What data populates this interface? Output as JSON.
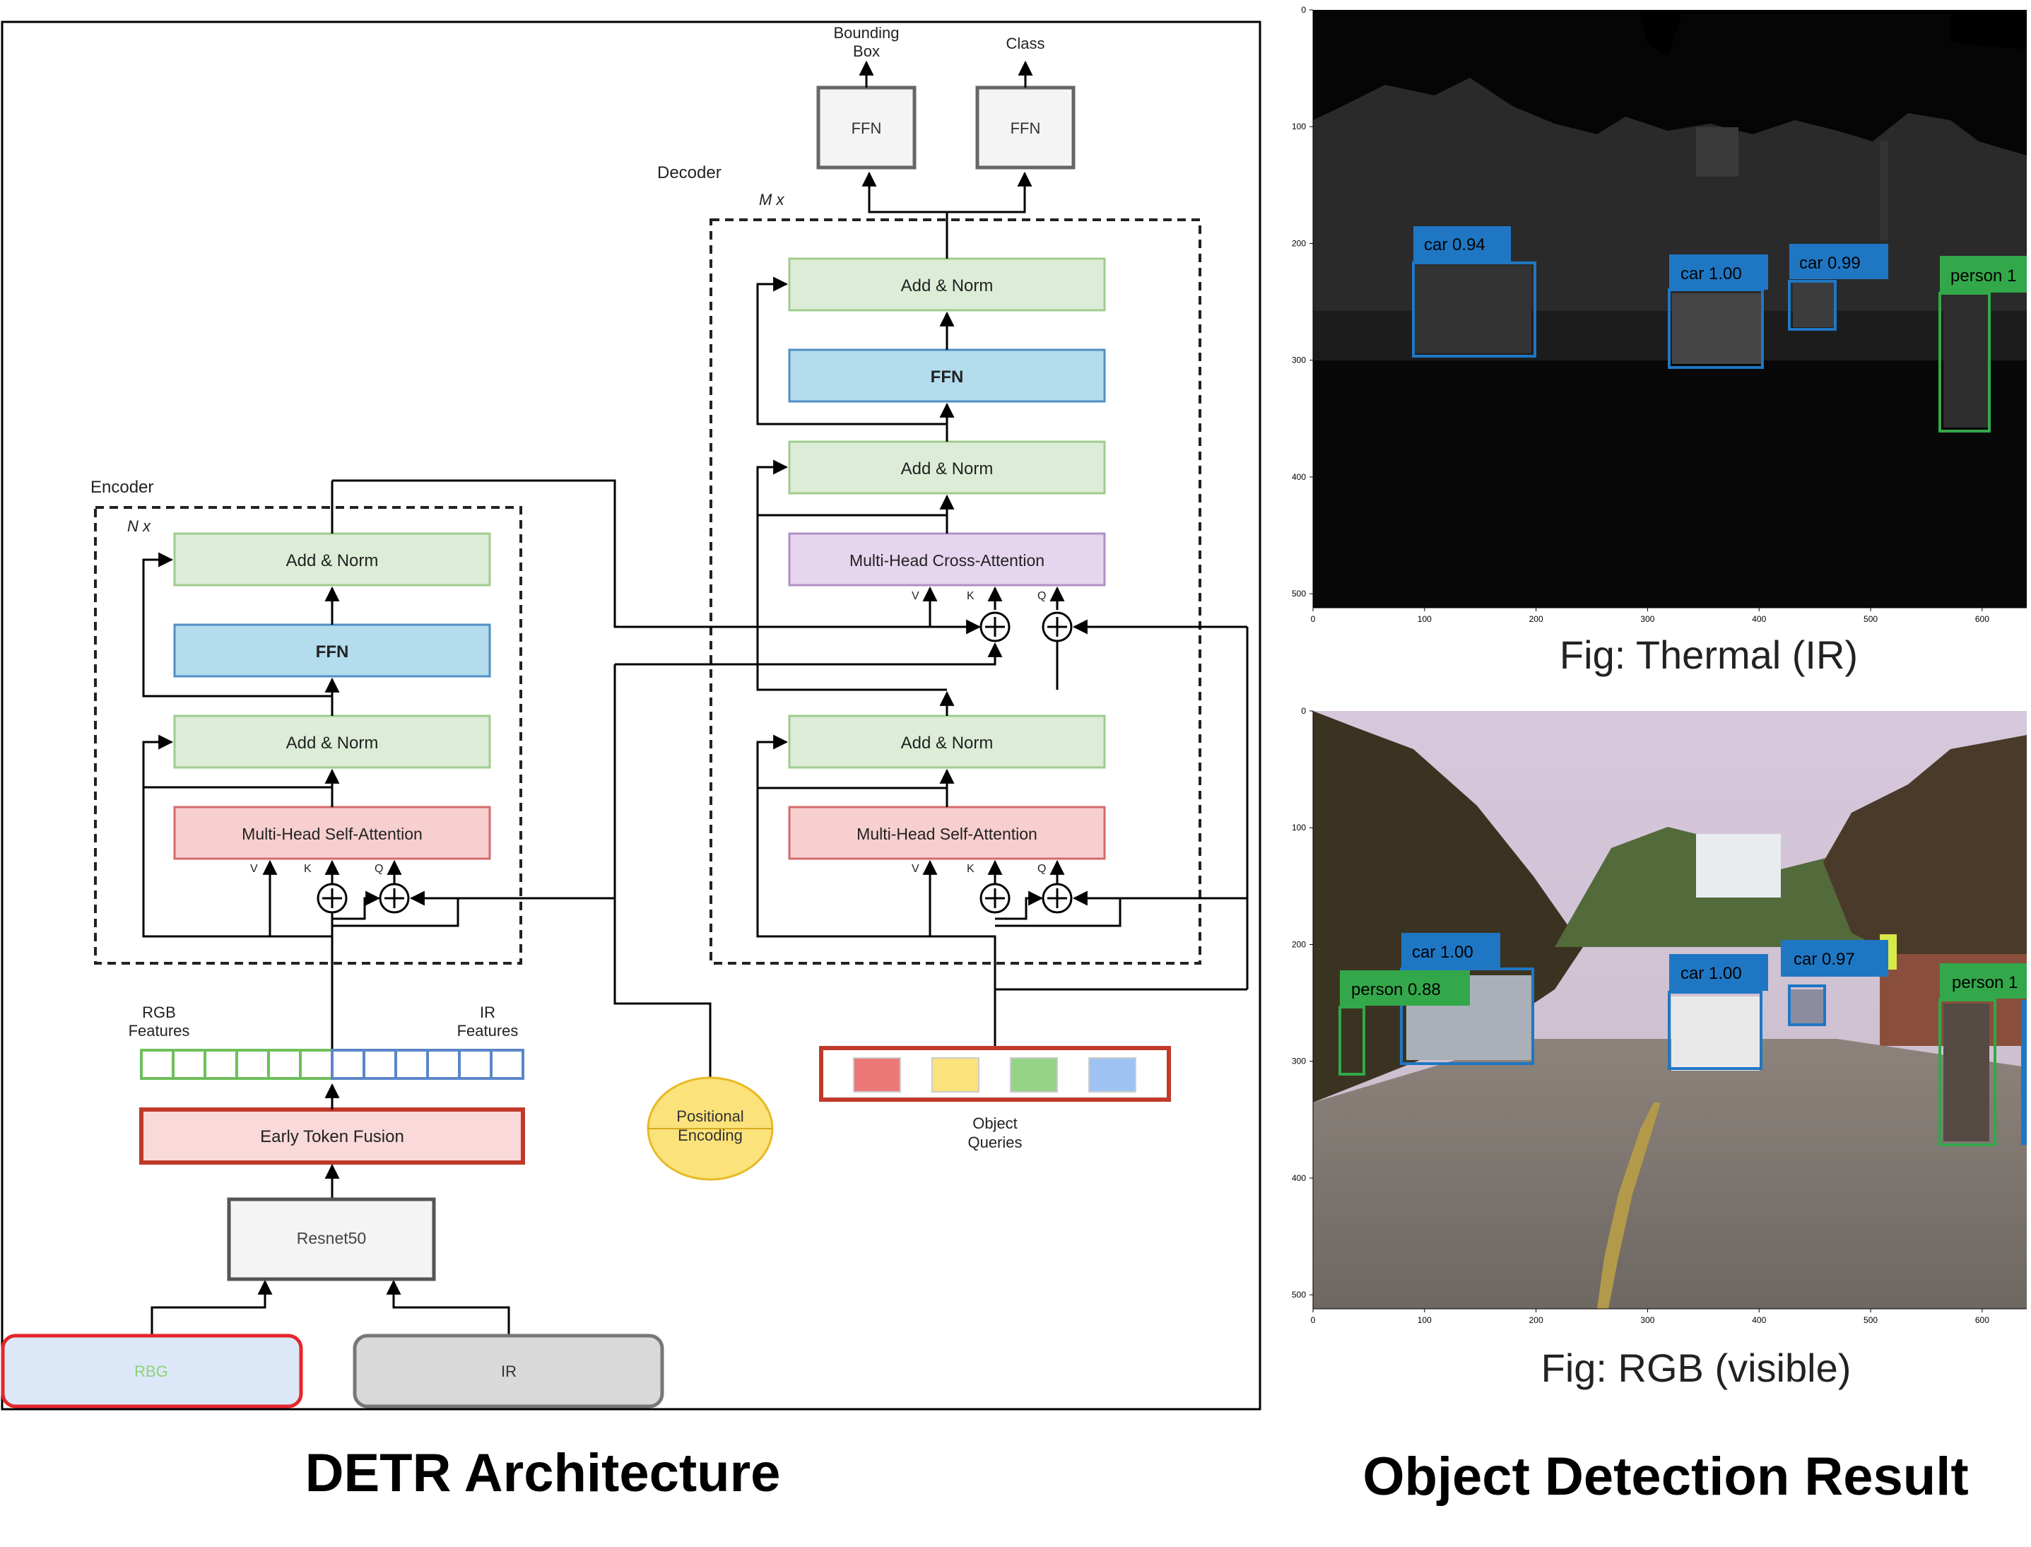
{
  "diagram": {
    "labels": {
      "bounding_box_1": "Bounding",
      "bounding_box_2": "Box",
      "class": "Class",
      "ffn": "FFN",
      "decoder": "Decoder",
      "m_x": "M x",
      "encoder": "Encoder",
      "n_x": "N x",
      "add_norm": "Add & Norm",
      "ffn_block": "FFN",
      "mh_self_attention": "Multi-Head Self-Attention",
      "mh_cross_attention": "Multi-Head Cross-Attention",
      "v": "V",
      "k": "K",
      "q": "Q",
      "rgb_features_1": "RGB",
      "rgb_features_2": "Features",
      "ir_features_1": "IR",
      "ir_features_2": "Features",
      "early_token_fusion": "Early Token Fusion",
      "resnet50": "Resnet50",
      "rbg": "RBG",
      "ir": "IR",
      "positional_1": "Positional",
      "positional_2": "Encoding",
      "object_queries_1": "Object",
      "object_queries_2": "Queries"
    },
    "colors": {
      "add_norm_fill": "#dcecd6",
      "add_norm_stroke": "#9fcc8e",
      "ffn_fill": "#b3dced",
      "ffn_stroke": "#4f8fc4",
      "self_att_fill": "#f7cfcf",
      "self_att_stroke": "#d46a6a",
      "cross_att_fill": "#e6d5ee",
      "cross_att_stroke": "#b190c6",
      "fusion_fill": "#f9d9d9",
      "fusion_stroke": "#c0392b",
      "rbg_fill": "#dce8f8",
      "rbg_stroke": "#e5262b",
      "rbg_text": "#8fd17a",
      "positional_fill": "#fbe27a",
      "query_colors": [
        "#ec7878",
        "#fbe27a",
        "#95d486",
        "#9fc3f3"
      ]
    }
  },
  "detections": {
    "thermal": {
      "caption": "Fig: Thermal (IR)",
      "boxes": [
        {
          "label": "car 0.94",
          "color": "#1f77c4"
        },
        {
          "label": "car 1.00",
          "color": "#1f77c4"
        },
        {
          "label": "car 0.99",
          "color": "#1f77c4"
        },
        {
          "label": "person 1",
          "color": "#33a84a"
        }
      ]
    },
    "rgb": {
      "caption": "Fig: RGB (visible)",
      "boxes": [
        {
          "label": "car 1.00",
          "color": "#1f77c4"
        },
        {
          "label": "person 0.88",
          "color": "#33a84a"
        },
        {
          "label": "car 1.00",
          "color": "#1f77c4"
        },
        {
          "label": "car 0.97",
          "color": "#1f77c4"
        },
        {
          "label": "person 1",
          "color": "#33a84a"
        }
      ]
    },
    "y_ticks": [
      "0",
      "100",
      "200",
      "300",
      "400",
      "500"
    ],
    "x_ticks": [
      "0",
      "100",
      "200",
      "300",
      "400",
      "500",
      "600"
    ]
  },
  "titles": {
    "left": "DETR Architecture",
    "right": "Object Detection Result"
  }
}
